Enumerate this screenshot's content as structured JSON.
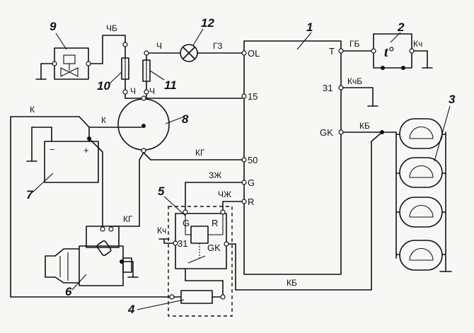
{
  "components": {
    "controller": "1",
    "temp_sensor": "2",
    "glow_plugs": "3",
    "fuse_link": "4",
    "relay": "5",
    "starter": "6",
    "battery": "7",
    "ignition_switch": "8",
    "valve": "9",
    "fuse_10": "10",
    "fuse_11": "11",
    "lamp": "12"
  },
  "pins": {
    "ol": "OL",
    "p15": "15",
    "p50": "50",
    "g": "G",
    "r": "R",
    "t": "T",
    "p31": "31",
    "gk": "GK",
    "relay_g": "G",
    "relay_r": "R",
    "relay_31": "31",
    "relay_gk": "GK",
    "sensor_t": "t°",
    "batt_minus": "−",
    "batt_plus": "+"
  },
  "wires": {
    "chb": "ЧБ",
    "ch_top": "Ч",
    "ch_left": "Ч",
    "ch_right": "Ч",
    "gz": "ГЗ",
    "gb": "ГБ",
    "kch_sensor": "Кч",
    "kchb": "КчБ",
    "kb_gk": "КБ",
    "kb_bottom": "КБ",
    "k_left": "К",
    "k_batt": "К",
    "kg_50": "КГ",
    "kg_starter": "КГ",
    "zzh": "ЗЖ",
    "chzh": "ЧЖ",
    "kch_relay": "Кч"
  }
}
